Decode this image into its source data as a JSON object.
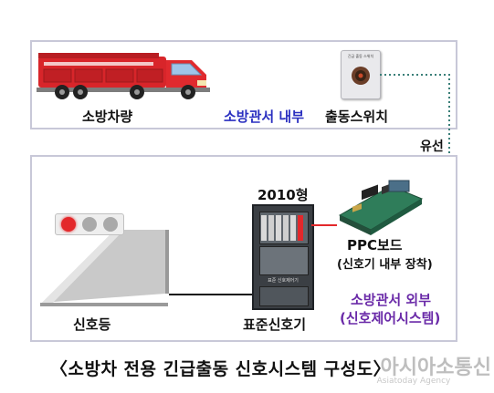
{
  "top_panel": {
    "fire_truck_label": "소방차량",
    "location_label": "소방관서 내부",
    "switch_label": "출동스위치",
    "switch_plate_text": "긴급 출동 스위치"
  },
  "wired_label": "유선",
  "bottom_panel": {
    "model_label": "2010형",
    "ppc_label": "PPC보드",
    "ppc_sub_label": "(신호기 내부 장착)",
    "external_label": "소방관서 외부",
    "external_sub_label": "(신호제어시스템)",
    "signal_light_label": "신호등",
    "controller_label": "표준신호기",
    "cabinet_plate_text": "표준 신호제어기"
  },
  "caption": "〈소방차 전용 긴급출동 신호시스템 구성도〉",
  "watermark": {
    "text": "아시아소통신",
    "subtext": "Asiatoday Agency"
  },
  "colors": {
    "panel_border": "#c8c8d8",
    "wire_dotted": "#3a7f78",
    "location_text": "#2a2fc0",
    "external_text": "#6a2aa8",
    "truck_red": "#d8252a",
    "signal_red": "#e3282b"
  }
}
